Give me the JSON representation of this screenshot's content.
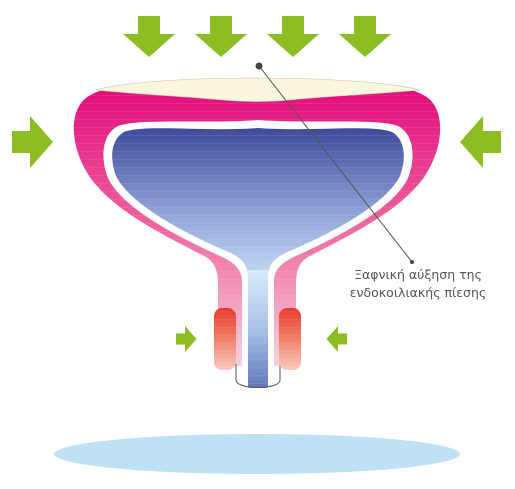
{
  "annotation": {
    "line1": "Ξαφνική αύξηση της",
    "line2": "ενδοκοιλιακής πίεσης"
  },
  "icons": {
    "arrow": "green-pressure-arrow",
    "arrow_count_top": 4,
    "arrow_count_sides": 2,
    "arrow_count_sphincter": 2
  },
  "colors": {
    "arrow": "#8cbd22",
    "bladder_wall_top": "#e2087c",
    "bladder_wall_bottom": "#f7c6cf",
    "lumen_top": "#3d4a9a",
    "lumen_bottom": "#c8def5",
    "urethra_light": "#cfe7f7",
    "sphincter_top": "#e83a2c",
    "sphincter_bottom": "#f7c2b6",
    "cap": "#fbf6de",
    "shadow": "#bfe1f6",
    "pointer_line": "#555555"
  }
}
